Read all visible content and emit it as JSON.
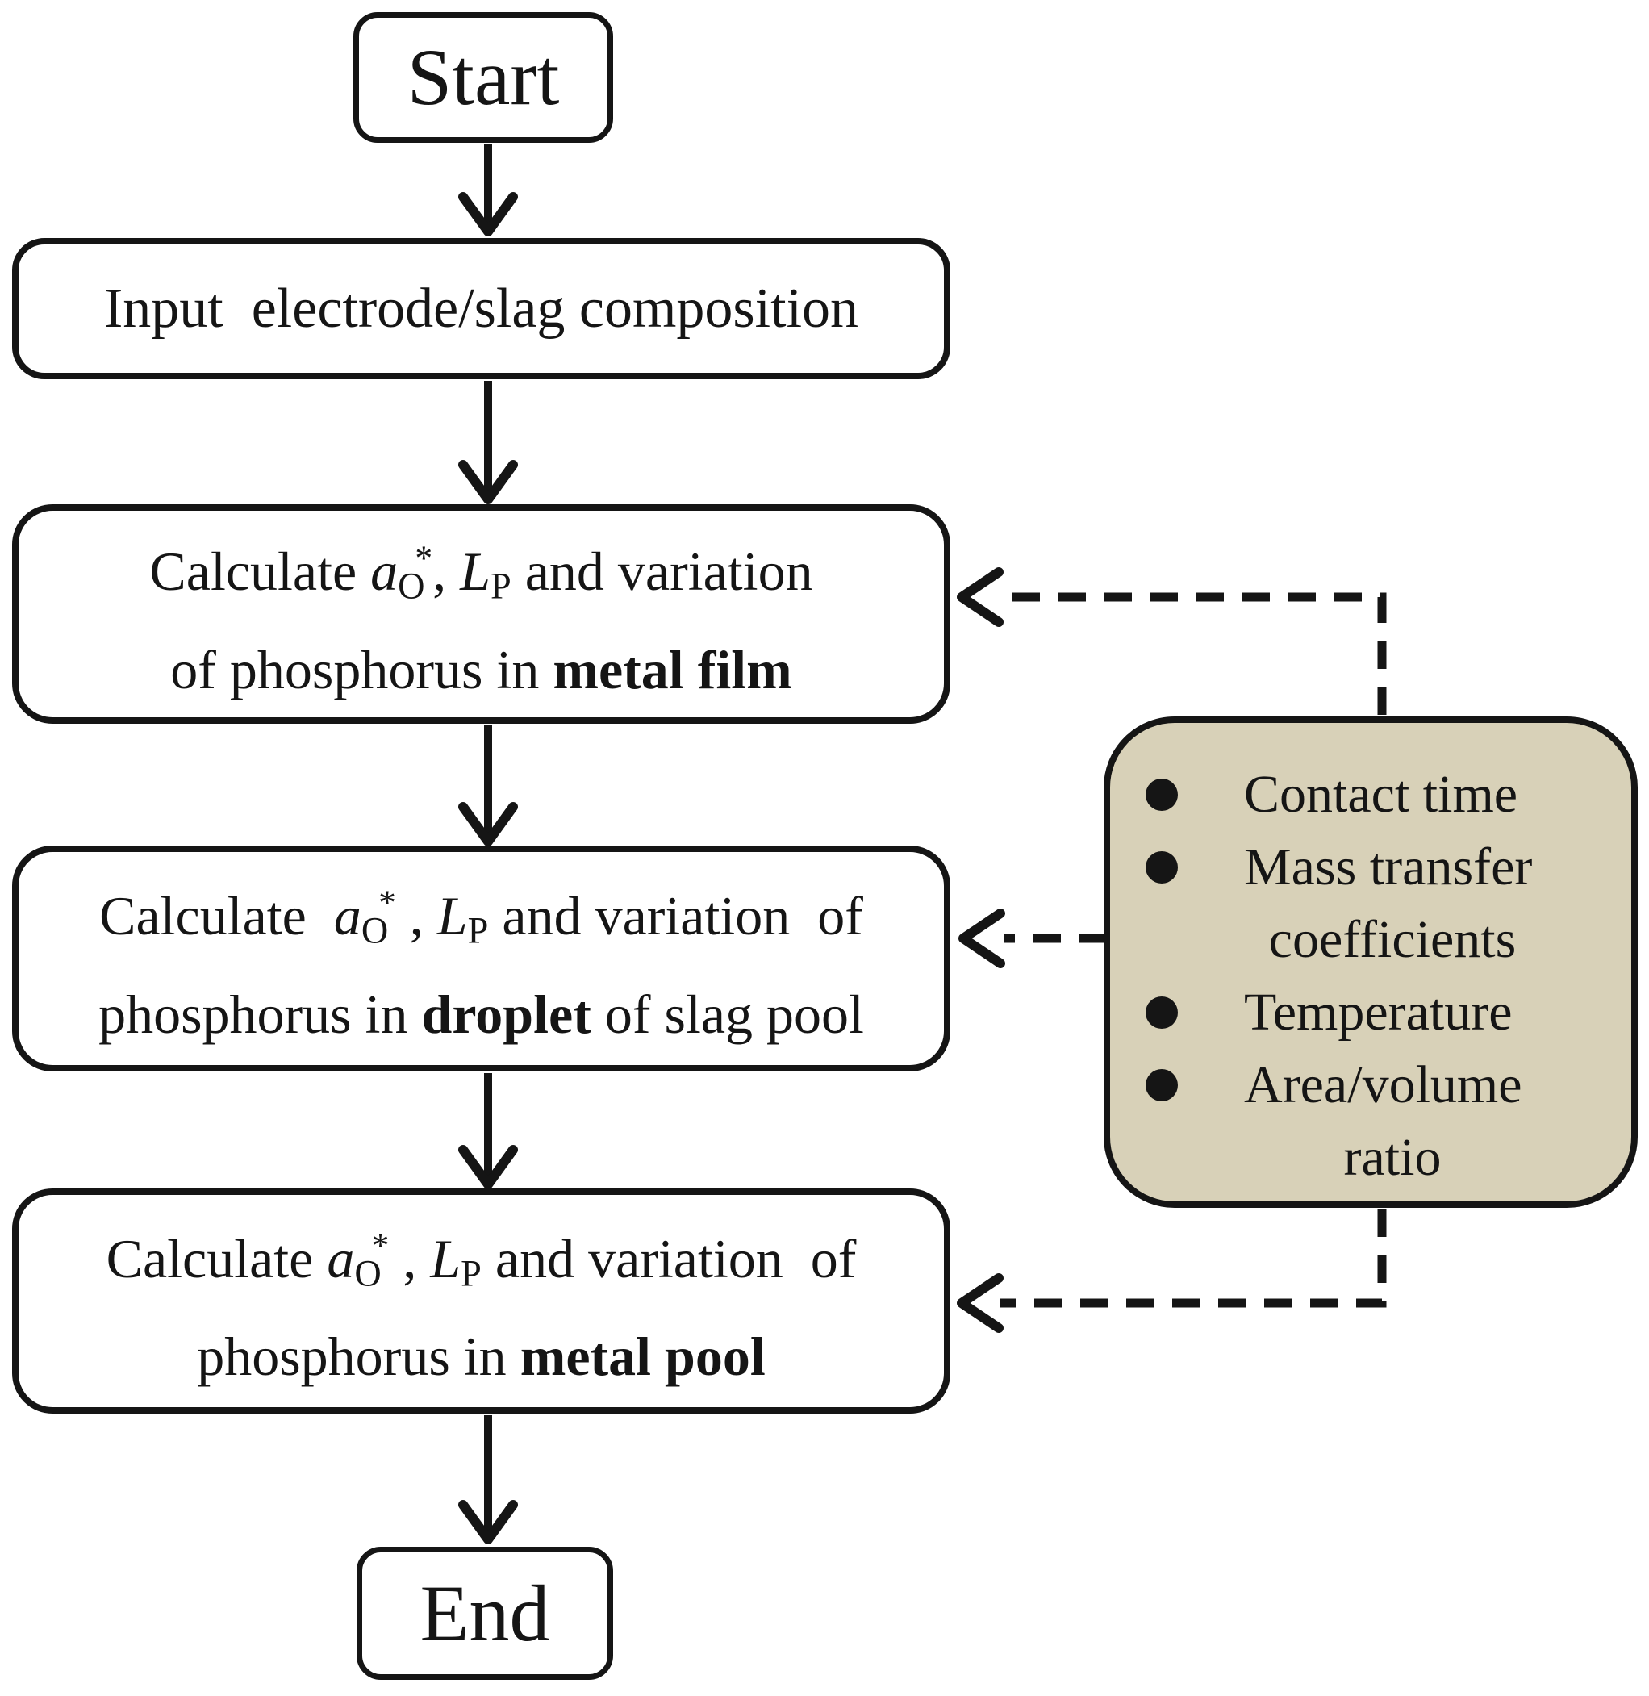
{
  "figure": {
    "type": "flowchart"
  },
  "flow": {
    "start": {
      "label": "Start"
    },
    "input": {
      "label": "Input  electrode/slag composition"
    },
    "metal_film": {
      "lines": [
        [
          {
            "t": "Calculate "
          },
          {
            "t": "a",
            "s": "i"
          },
          {
            "t": "O",
            "s": "sub"
          },
          {
            "t": "*",
            "s": "sup"
          },
          {
            "t": ", "
          },
          {
            "t": "L",
            "s": "i"
          },
          {
            "t": "P",
            "s": "sub"
          },
          {
            "t": " and variation"
          }
        ],
        [
          {
            "t": "of phosphorus in "
          },
          {
            "t": "metal film",
            "s": "b"
          }
        ]
      ]
    },
    "droplet": {
      "lines": [
        [
          {
            "t": "Calculate  "
          },
          {
            "t": "a",
            "s": "i"
          },
          {
            "t": "O",
            "s": "sub"
          },
          {
            "t": "*",
            "s": "sup"
          },
          {
            "t": " , "
          },
          {
            "t": "L",
            "s": "i"
          },
          {
            "t": "P",
            "s": "sub"
          },
          {
            "t": " and variation  of"
          }
        ],
        [
          {
            "t": "phosphorus in "
          },
          {
            "t": "droplet",
            "s": "b"
          },
          {
            "t": " of slag pool"
          }
        ]
      ]
    },
    "metal_pool": {
      "lines": [
        [
          {
            "t": "Calculate "
          },
          {
            "t": "a",
            "s": "i"
          },
          {
            "t": "O",
            "s": "sub"
          },
          {
            "t": "*",
            "s": "sup"
          },
          {
            "t": " , "
          },
          {
            "t": "L",
            "s": "i"
          },
          {
            "t": "P",
            "s": "sub"
          },
          {
            "t": " and variation  of"
          }
        ],
        [
          {
            "t": "phosphorus in "
          },
          {
            "t": "metal pool",
            "s": "b"
          }
        ]
      ]
    },
    "end": {
      "label": "End"
    }
  },
  "inputs_panel": {
    "items": [
      {
        "lines": [
          "Contact time"
        ]
      },
      {
        "lines": [
          "Mass transfer",
          "coefficients"
        ]
      },
      {
        "lines": [
          "Temperature"
        ]
      },
      {
        "lines": [
          "Area/volume",
          "ratio"
        ]
      }
    ]
  },
  "colors": {
    "background": "#ffffff",
    "box_fill": "#ffffff",
    "panel_fill": "#d8d1b8",
    "stroke": "#151515",
    "text": "#151515"
  }
}
